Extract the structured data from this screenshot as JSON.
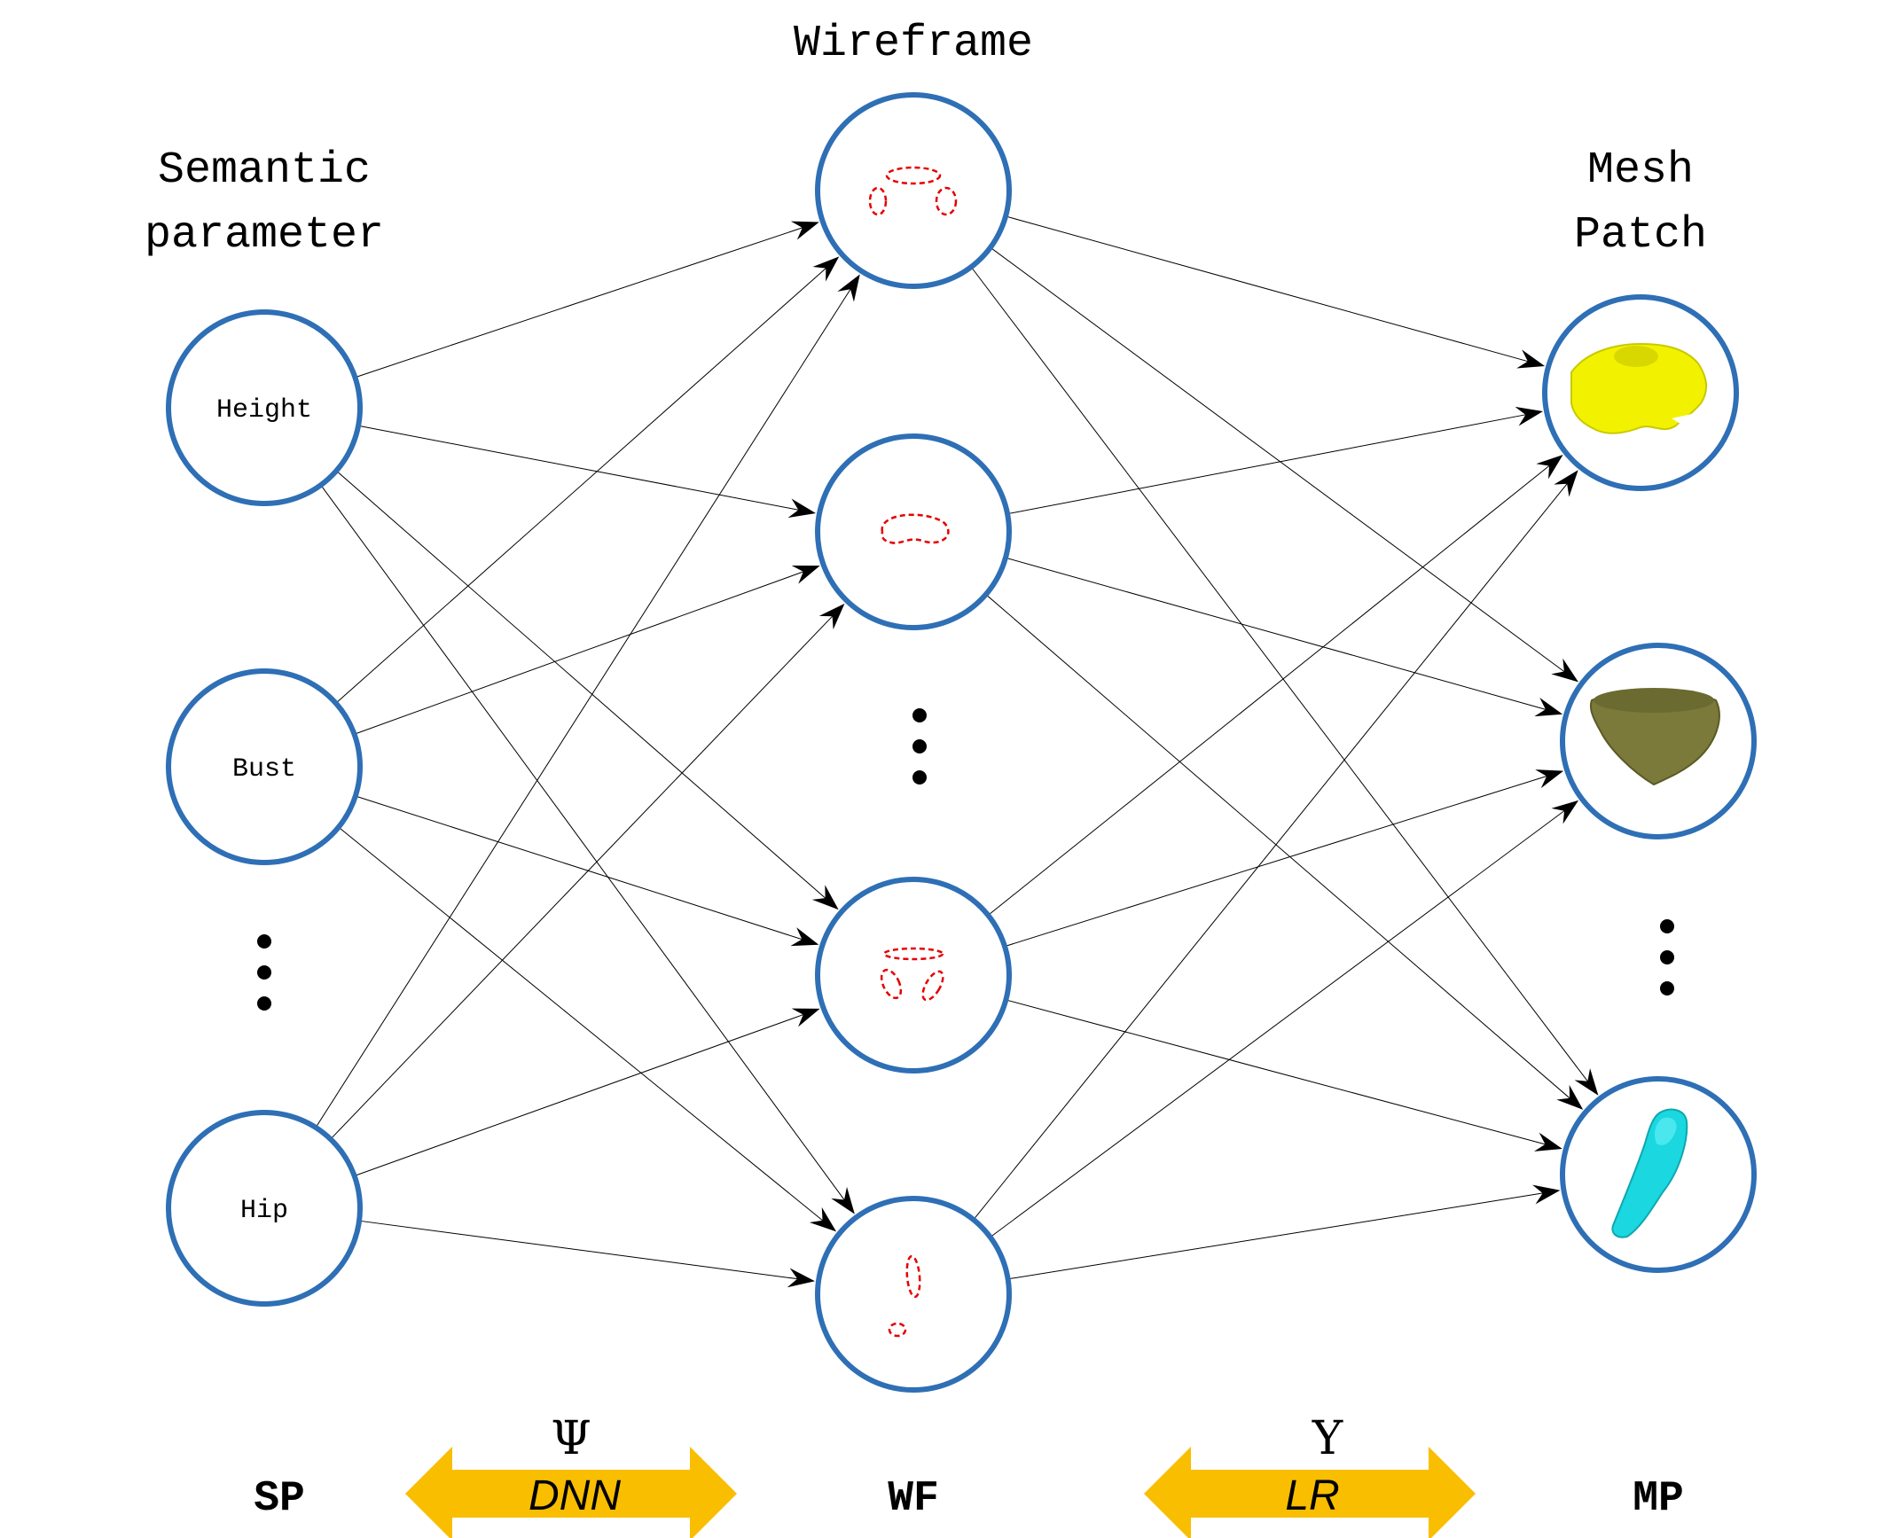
{
  "headers": {
    "semantic": [
      "Semantic",
      "parameter"
    ],
    "wireframe": "Wireframe",
    "mesh": [
      "Mesh",
      "Patch"
    ]
  },
  "semantic_nodes": [
    {
      "label": "Height"
    },
    {
      "label": "Bust"
    },
    {
      "label": "Hip"
    }
  ],
  "wireframe_nodes": [
    {
      "icon": "wireframe-rings-icon"
    },
    {
      "icon": "wireframe-loop-icon"
    },
    {
      "icon": "wireframe-rings-icon"
    },
    {
      "icon": "wireframe-limb-icon"
    }
  ],
  "mesh_nodes": [
    {
      "icon": "yellow-torso-mesh-icon",
      "color": "#f2f200"
    },
    {
      "icon": "olive-pelvis-mesh-icon",
      "color": "#7b7a3a"
    },
    {
      "icon": "cyan-limb-mesh-icon",
      "color": "#1ad7e0"
    }
  ],
  "footer": {
    "sp": "SP",
    "wf": "WF",
    "mp": "MP",
    "psi_symbol": "Ψ",
    "psi_method": "DNN",
    "gamma_symbol": "Υ",
    "gamma_method": "LR"
  },
  "colors": {
    "node_stroke": "#2e6fb5",
    "arrow_fill": "#f9be00",
    "wireframe_stroke": "#e60000"
  }
}
